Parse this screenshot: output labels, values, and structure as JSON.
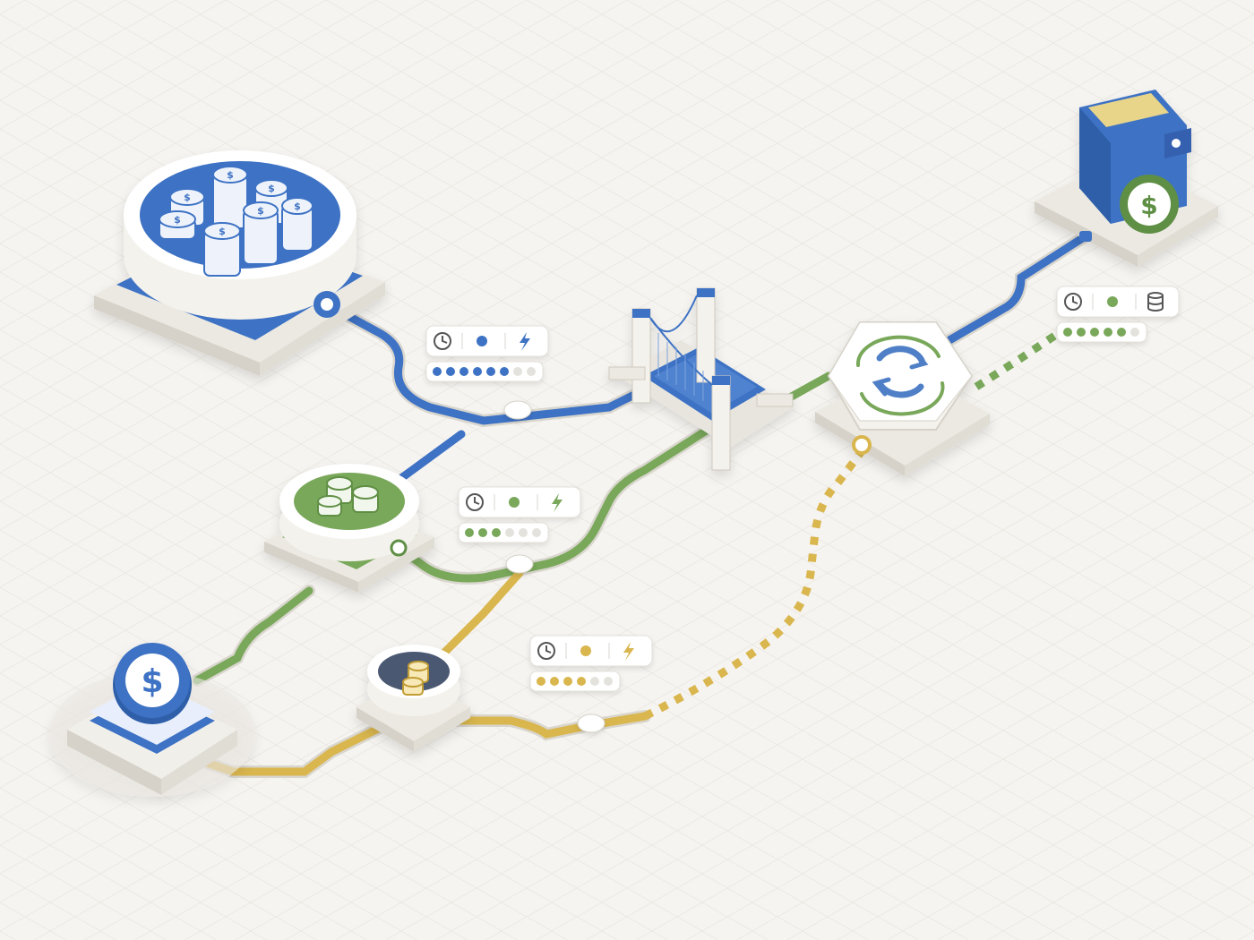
{
  "colors": {
    "background": "#f6f4f0",
    "grid": "#e7e4de",
    "blue": "#3e72c4",
    "blue_dark": "#2f5ea8",
    "green": "#79a85a",
    "green_dark": "#5f8f45",
    "yellow": "#d9b64e",
    "yellow_dark": "#c29d36",
    "platform": "#ece9e2",
    "platform_side": "#d6d2c9",
    "dot_off": "#e4e2dc",
    "icon_gray": "#555555"
  },
  "nodes": [
    {
      "id": "large-pool",
      "kind": "coin-pool",
      "accent": "blue",
      "icon": "coin-stack-icon"
    },
    {
      "id": "medium-pool",
      "kind": "coin-pool",
      "accent": "green",
      "icon": "coin-stack-icon"
    },
    {
      "id": "small-pool",
      "kind": "coin-pool",
      "accent": "yellow",
      "icon": "coin-stack-icon"
    },
    {
      "id": "source-coin",
      "kind": "coin-button",
      "accent": "blue",
      "icon": "dollar-coin-icon"
    },
    {
      "id": "bridge",
      "kind": "bridge",
      "accent": "blue",
      "icon": "suspension-bridge-icon"
    },
    {
      "id": "swap-hub",
      "kind": "hexagon",
      "accent": "blue",
      "icon": "refresh-arrows-icon"
    },
    {
      "id": "wallet",
      "kind": "wallet",
      "accent": "blue",
      "icon": "wallet-icon"
    }
  ],
  "routes": [
    {
      "id": "blue-route",
      "color": "blue",
      "style": "solid"
    },
    {
      "id": "green-route",
      "color": "green",
      "style": "solid"
    },
    {
      "id": "yellow-route",
      "color": "yellow",
      "style": "solid"
    },
    {
      "id": "green-dashed-route",
      "color": "green",
      "style": "dashed"
    },
    {
      "id": "yellow-dashed-route",
      "color": "yellow",
      "style": "dashed"
    }
  ],
  "metric_cards": [
    {
      "id": "blue-card",
      "accent": "blue",
      "icons": [
        "clock-icon",
        "dot-icon",
        "lightning-icon"
      ],
      "rating": 6,
      "max": 8
    },
    {
      "id": "green-card",
      "accent": "green",
      "icons": [
        "clock-icon",
        "dot-icon",
        "lightning-icon"
      ],
      "rating": 3,
      "max": 6
    },
    {
      "id": "yellow-card",
      "accent": "yellow",
      "icons": [
        "clock-icon",
        "dot-icon",
        "lightning-icon"
      ],
      "rating": 4,
      "max": 6
    },
    {
      "id": "wallet-card",
      "accent": "green",
      "icons": [
        "clock-icon",
        "dot-icon",
        "database-icon"
      ],
      "rating": 5,
      "max": 6
    }
  ]
}
